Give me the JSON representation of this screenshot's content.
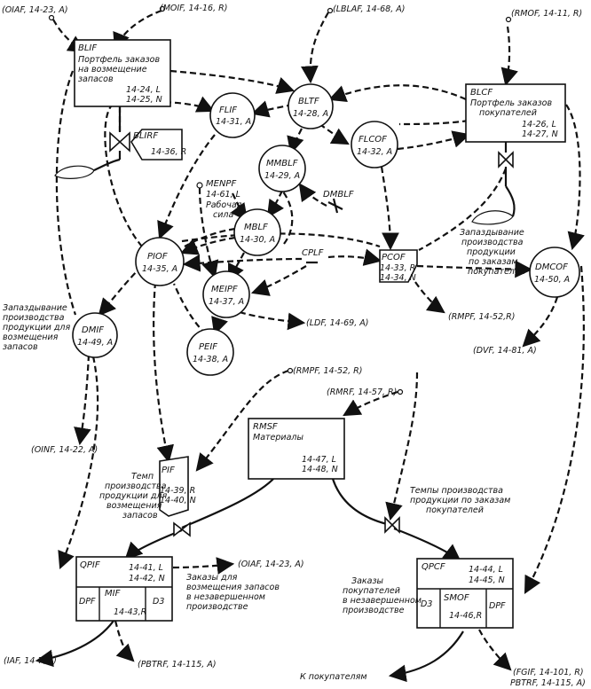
{
  "stocks": {
    "blif": {
      "name": "BLIF",
      "desc1": "Портфель заказов",
      "desc2": "на возмещение",
      "desc3": "запасов",
      "eq1": "14-24, L",
      "eq2": "14-25, N"
    },
    "blcf": {
      "name": "BLCF",
      "desc1": "Портфель заказов",
      "desc2": "покупателей",
      "eq1": "14-26, L",
      "eq2": "14-27, N"
    },
    "rmsf": {
      "name": "RMSF",
      "desc1": "Материалы",
      "eq1": "14-47, L",
      "eq2": "14-48, N"
    },
    "qpif": {
      "name": "QPIF",
      "eq1": "14-41, L",
      "eq2": "14-42, N",
      "dpf": "DPF",
      "mif": "MIF",
      "mif_eq": "14-43,R",
      "d3": "D3"
    },
    "qpcf": {
      "name": "QPCF",
      "eq1": "14-44, L",
      "eq2": "14-45, N",
      "d3": "D3",
      "smof": "SMOF",
      "smof_eq": "14-46,R",
      "dpf": "DPF"
    }
  },
  "auxiliaries": {
    "flif": {
      "name": "FLIF",
      "eq": "14-31, A"
    },
    "bltf": {
      "name": "BLTF",
      "eq": "14-28, A"
    },
    "flcof": {
      "name": "FLCOF",
      "eq": "14-32, A"
    },
    "mmblf": {
      "name": "MMBLF",
      "eq": "14-29, A"
    },
    "mblf": {
      "name": "MBLF",
      "eq": "14-30, A"
    },
    "piof": {
      "name": "PIOF",
      "eq": "14-35, A"
    },
    "meipf": {
      "name": "MEIPF",
      "eq": "14-37, A"
    },
    "peif": {
      "name": "PEIF",
      "eq": "14-38, A"
    },
    "dmif": {
      "name": "DMIF",
      "eq": "14-49, A"
    },
    "dmcof": {
      "name": "DMCOF",
      "eq": "14-50, A"
    }
  },
  "rates": {
    "blirf": {
      "name": "BLIRF",
      "eq": "14-36, R"
    },
    "pcof": {
      "name": "PCOF",
      "eq1": "14-33, R",
      "eq2": "14-34, N"
    },
    "pif": {
      "name": "PIF",
      "eq1": "14-39, R",
      "eq2": "14-40, N"
    }
  },
  "constants": {
    "menpf": {
      "name": "MENPF",
      "eq": "14-61, L",
      "desc1": "Рабочая",
      "desc2": "сила"
    },
    "dmblf": {
      "name": "DMBLF"
    },
    "cplf": {
      "name": "CPLF"
    }
  },
  "external_refs": {
    "oiaf_top": "(OIAF, 14-23, A)",
    "moif": "(MOIF, 14-16, R)",
    "lblaf": "(LBLAF, 14-68, A)",
    "rmof": "(RMOF, 14-11, R)",
    "rmpf_right": "(RMPF, 14-52,R)",
    "ldf": "(LDF, 14-69, A)",
    "dvf": "(DVF, 14-81, A)",
    "rmpf_mid": "(RMPF, 14-52, R)",
    "rmrf": "(RMRF, 14-57, R)",
    "oinf": "(OINF, 14-22, A)",
    "oiaf_bottom": "(OIAF, 14-23, A)",
    "iaf": "(IAF, 14-7, L)",
    "pbtrf_left": "(PBTRF, 14-115, A)",
    "fgif": "(FGIF, 14-101, R)",
    "pbtrf_right": "PBTRF, 14-115, A)"
  },
  "annotations": {
    "delay_customer": [
      "Запаздывание",
      "производства",
      "продукции",
      "по заказам",
      "покупателей"
    ],
    "delay_inventory": [
      "Запаздывание",
      "производства",
      "продукции для",
      "возмещения",
      "запасов"
    ],
    "tempo_inventory": [
      "Темп",
      "производства",
      "продукции для",
      "возмещения",
      "запасов"
    ],
    "tempo_customer": [
      "Темпы производства",
      "продукции по заказам",
      "покупателей"
    ],
    "wip_inventory": [
      "Заказы для",
      "возмещения запасов",
      "в незавершенном",
      "производстве"
    ],
    "wip_customer": [
      "Заказы",
      "покупателей",
      "в незавершенном",
      "производстве"
    ],
    "to_customers": "К покупателям"
  }
}
